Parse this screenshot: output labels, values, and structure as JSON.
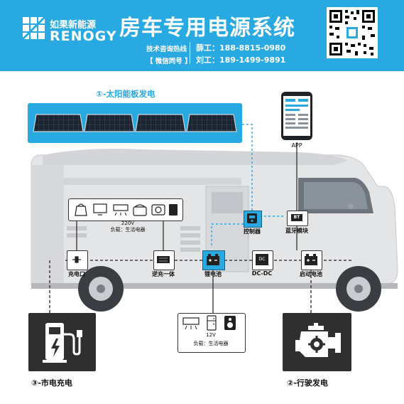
{
  "brand": {
    "name_cn": "如果新能源",
    "name_en": "RENOGY"
  },
  "title": "房车专用电源系统",
  "contact": {
    "consult": "技术咨询热线",
    "wechat": "【 微信同号 】",
    "phone1": "薛工：188-8815-0980",
    "phone2": "刘工：189-1499-9891"
  },
  "solar": {
    "label": "①-太阳能板发电",
    "panel_count": 4
  },
  "app": {
    "label": "APP"
  },
  "load_220": {
    "line1": "220V",
    "line2": "负载：生活电器"
  },
  "load_12": {
    "line1": "12V",
    "line2": "负载：生活电器"
  },
  "components": {
    "charge_port": "充电口",
    "inverter": "逆充一体",
    "battery": "锂电池",
    "controller": "控制器",
    "bluetooth": "蓝牙模块",
    "dcdc": "DC-DC",
    "start_battery": "启动电池"
  },
  "bluetooth_badge": "BT",
  "dcdc_badge": "DC",
  "bottom": {
    "mains": "③-市电充电",
    "driving": "②-行驶发电"
  },
  "colors": {
    "accent": "#29a9e1",
    "dark_panel": "#2f2f2f",
    "rv_body": "#e4e5e7"
  }
}
